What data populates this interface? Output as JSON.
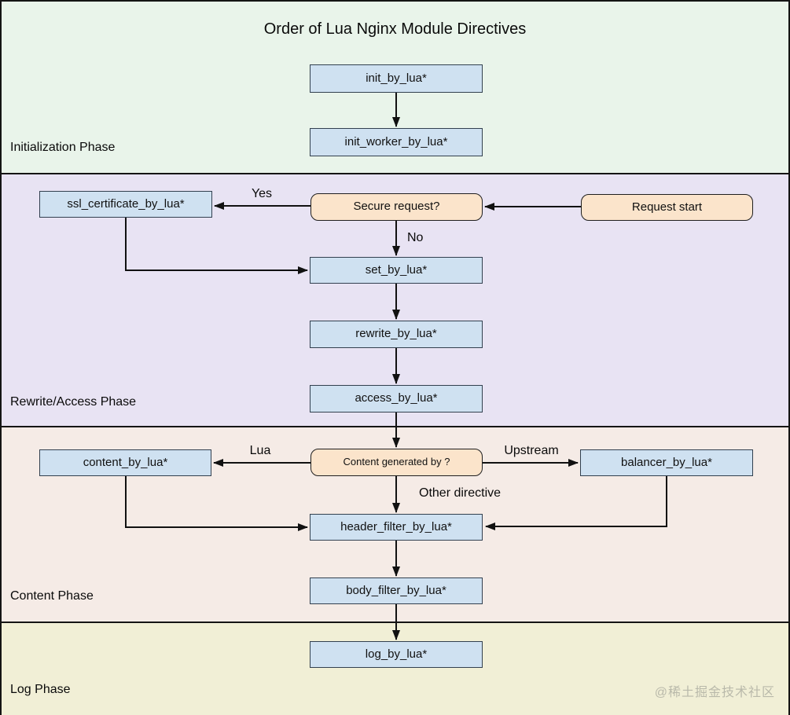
{
  "title": "Order of Lua Nginx Module Directives",
  "watermark": "@稀土掘金技术社区",
  "phases": {
    "initialization": "Initialization Phase",
    "rewrite_access": "Rewrite/Access Phase",
    "content": "Content Phase",
    "log": "Log Phase"
  },
  "nodes": {
    "init_by_lua": "init_by_lua*",
    "init_worker_by_lua": "init_worker_by_lua*",
    "ssl_certificate_by_lua": "ssl_certificate_by_lua*",
    "secure_request": "Secure request?",
    "request_start": "Request start",
    "set_by_lua": "set_by_lua*",
    "rewrite_by_lua": "rewrite_by_lua*",
    "access_by_lua": "access_by_lua*",
    "content_by_lua": "content_by_lua*",
    "content_generated_by": "Content generated by ?",
    "balancer_by_lua": "balancer_by_lua*",
    "header_filter_by_lua": "header_filter_by_lua*",
    "body_filter_by_lua": "body_filter_by_lua*",
    "log_by_lua": "log_by_lua*"
  },
  "edge_labels": {
    "yes": "Yes",
    "no": "No",
    "lua": "Lua",
    "upstream": "Upstream",
    "other_directive": "Other directive"
  },
  "colors": {
    "initialization_phase_bg": "#e9f4ea",
    "rewrite_access_phase_bg": "#e8e3f3",
    "content_phase_bg": "#f5ebe6",
    "log_phase_bg": "#f1efd6",
    "directive_box_bg": "#cfe1f1",
    "decision_box_bg": "#fbe4cb",
    "line_color": "#111111"
  }
}
